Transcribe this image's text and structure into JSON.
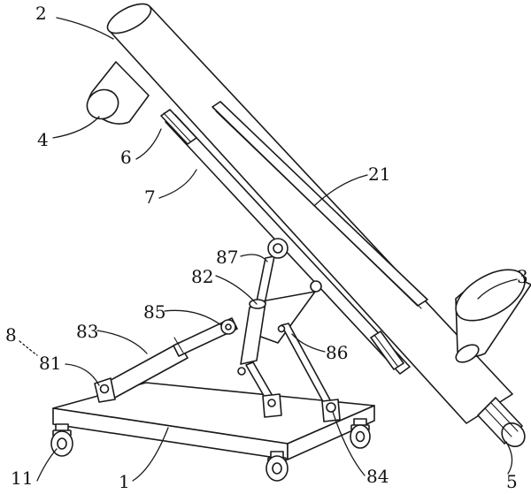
{
  "labels": {
    "l2": "2",
    "l4": "4",
    "l6": "6",
    "l7": "7",
    "l21": "21",
    "l3": "3",
    "l87": "87",
    "l82": "82",
    "l85": "85",
    "l83": "83",
    "l8": "8",
    "l81": "81",
    "l86": "86",
    "l1": "1",
    "l11": "11",
    "l84": "84",
    "l5": "5"
  },
  "colors": {
    "stroke": "#1a1a1a",
    "fill": "#ffffff",
    "background": "#ffffff"
  }
}
